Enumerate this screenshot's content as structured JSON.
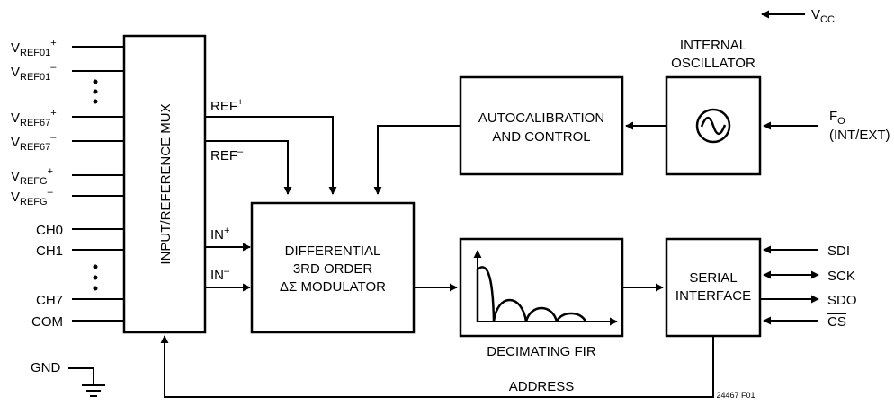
{
  "mux": {
    "label": "INPUT/REFERENCE MUX"
  },
  "left_inputs": [
    {
      "id": "vref01p",
      "main": "V",
      "sub": "REF01",
      "sup": "+"
    },
    {
      "id": "vref01n",
      "main": "V",
      "sub": "REF01",
      "sup": "–"
    },
    {
      "id": "vref67p",
      "main": "V",
      "sub": "REF67",
      "sup": "+"
    },
    {
      "id": "vref67n",
      "main": "V",
      "sub": "REF67",
      "sup": "–"
    },
    {
      "id": "vrefgp",
      "main": "V",
      "sub": "REFG",
      "sup": "+"
    },
    {
      "id": "vrefgn",
      "main": "V",
      "sub": "REFG",
      "sup": "–"
    },
    {
      "id": "ch0",
      "main": "CH0",
      "sub": "",
      "sup": ""
    },
    {
      "id": "ch1",
      "main": "CH1",
      "sub": "",
      "sup": ""
    },
    {
      "id": "ch7",
      "main": "CH7",
      "sub": "",
      "sup": ""
    },
    {
      "id": "com",
      "main": "COM",
      "sub": "",
      "sup": ""
    }
  ],
  "mux_outputs": {
    "ref_plus": {
      "main": "REF",
      "sup": "+"
    },
    "ref_minus": {
      "main": "REF",
      "sup": "–"
    },
    "in_plus": {
      "main": "IN",
      "sup": "+"
    },
    "in_minus": {
      "main": "IN",
      "sup": "–"
    }
  },
  "modulator": {
    "line1": "DIFFERENTIAL",
    "line2": "3RD ORDER",
    "line3": "ΔΣ MODULATOR"
  },
  "autocal": {
    "line1": "AUTOCALIBRATION",
    "line2": "AND CONTROL"
  },
  "oscillator": {
    "title1": "INTERNAL",
    "title2": "OSCILLATOR"
  },
  "fir": {
    "label": "DECIMATING FIR"
  },
  "serial": {
    "line1": "SERIAL",
    "line2": "INTERFACE"
  },
  "fo": {
    "main": "F",
    "sub": "O",
    "line2": "(INT/EXT)"
  },
  "vcc": {
    "main": "V",
    "sub": "CC"
  },
  "serial_pins": [
    {
      "id": "sdi",
      "label": "SDI"
    },
    {
      "id": "sck",
      "label": "SCK"
    },
    {
      "id": "sdo",
      "label": "SDO"
    },
    {
      "id": "cs",
      "label": "CS"
    }
  ],
  "gnd": {
    "label": "GND"
  },
  "address": {
    "label": "ADDRESS"
  },
  "figure_id": "24467 F01"
}
